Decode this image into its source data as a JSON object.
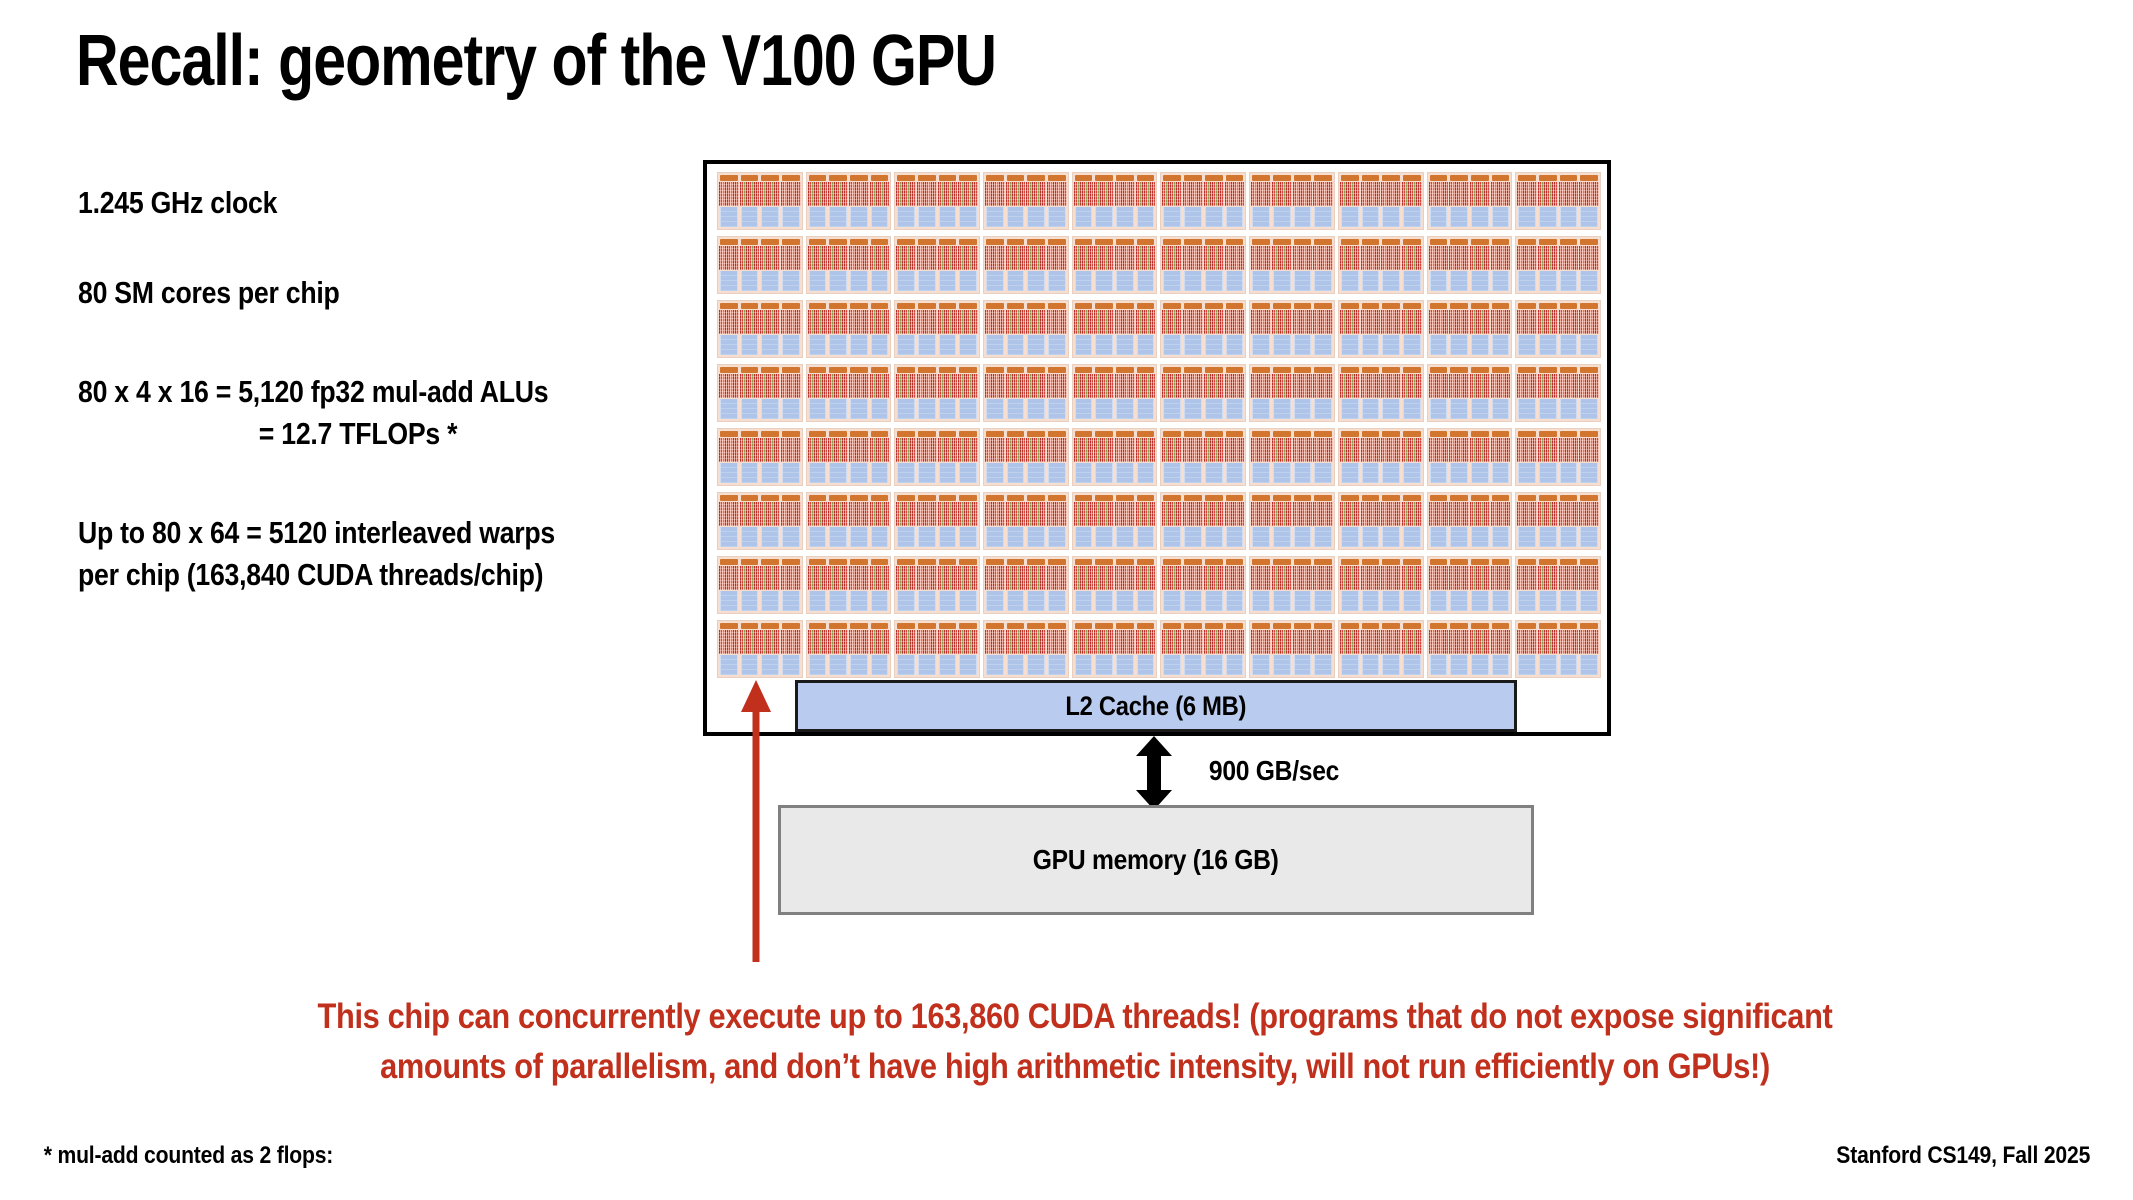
{
  "slide": {
    "title": "Recall: geometry of the V100 GPU",
    "accent_red": "#c0301c",
    "chip_fill": "#ffffff",
    "l2_fill": "#b9cbee",
    "memory_fill": "#e9e9e9"
  },
  "specs": [
    {
      "id": "clock",
      "text": "1.245 GHz clock",
      "align": "left"
    },
    {
      "id": "sm-cores",
      "text": "80 SM cores per chip",
      "align": "left"
    },
    {
      "id": "alu-math",
      "text": "80 x 4 x 16 = 5,120 fp32 mul-add ALUs",
      "align": "left"
    },
    {
      "id": "tflops",
      "text": "= 12.7 TFLOPs *",
      "align": "center"
    },
    {
      "id": "warps-line1",
      "text": "Up to 80 x 64 = 5120 interleaved warps",
      "align": "left"
    },
    {
      "id": "warps-line2",
      "text": "per chip (163,840 CUDA threads/chip)",
      "align": "left"
    }
  ],
  "diagram": {
    "sm_rows": 8,
    "sm_cols": 10,
    "sm_total": 80,
    "sub_units_per_sm": 4,
    "l2_cache_label": "L2 Cache (6 MB)",
    "bandwidth_label": "900 GB/sec",
    "gpu_memory_label": "GPU memory (16 GB)"
  },
  "caption": {
    "line1": "This chip can concurrently execute up to 163,860 CUDA threads! (programs that do not expose significant",
    "line2": "amounts of parallelism, and don’t have high arithmetic intensity, will not run efficiently on GPUs!)"
  },
  "footer": {
    "footnote": "* mul-add counted as 2 flops:",
    "course": "Stanford CS149, Fall 2025"
  }
}
